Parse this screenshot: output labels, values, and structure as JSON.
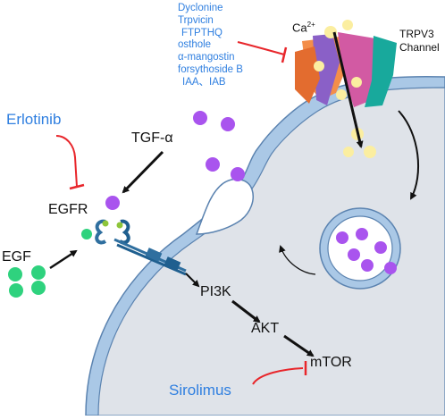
{
  "colors": {
    "drug": "#2f7fe0",
    "inhibit": "#e8262b",
    "membrane": "#aac8e6",
    "membrane_edge": "#5b83b0",
    "cytoplasm": "#dfe3e9",
    "ligand_purple": "#a954ee",
    "egf_green": "#2fd27e",
    "calcium": "#fbeea0"
  },
  "labels": {
    "inhibitors": [
      "Dyclonine",
      "Trpvicin",
      "FTPTHQ",
      "osthole",
      "α-mangostin",
      "forsythoside B",
      "IAA、IAB"
    ],
    "calcium": "Ca",
    "calcium_charge": "2+",
    "channel": [
      "TRPV3",
      "Channel"
    ],
    "erlotinib": "Erlotinib",
    "tgf_alpha": "TGF-α",
    "egfr": "EGFR",
    "egf": "EGF",
    "pi3k": "PI3K",
    "akt": "AKT",
    "mtor": "mTOR",
    "sirolimus": "Sirolimus"
  }
}
